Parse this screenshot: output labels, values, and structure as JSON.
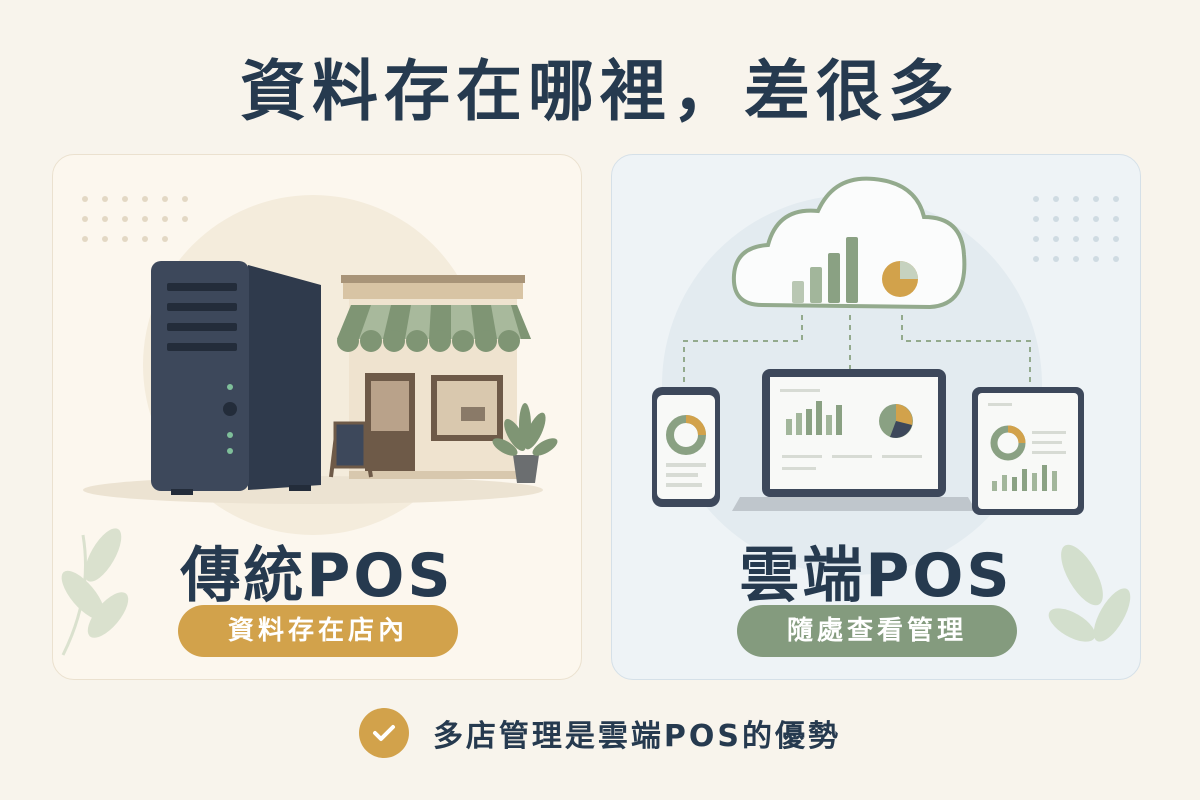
{
  "title": "資料存在哪裡，差很多",
  "left_card": {
    "title": "傳統POS",
    "pill": "資料存在店內",
    "illustration": [
      "server-tower",
      "storefront",
      "menu-board",
      "potted-plant"
    ]
  },
  "right_card": {
    "title": "雲端POS",
    "pill": "隨處查看管理",
    "illustration": [
      "cloud-with-charts",
      "phone",
      "laptop",
      "tablet"
    ]
  },
  "footer": {
    "icon": "check-circle-icon",
    "text": "多店管理是雲端POS的優勢"
  },
  "colors": {
    "background": "#f8f4ec",
    "heading": "#263a4f",
    "accent_gold": "#d2a24b",
    "accent_green": "#849b7e"
  }
}
